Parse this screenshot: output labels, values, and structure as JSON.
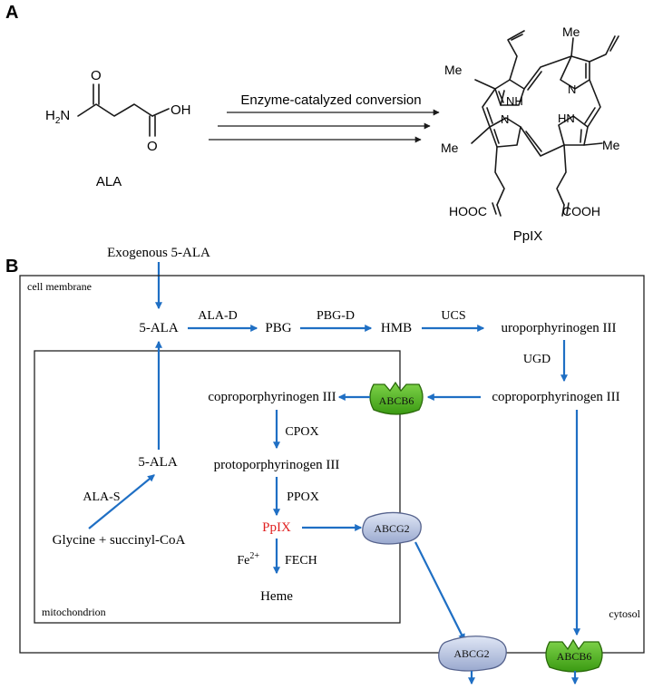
{
  "panel_a": {
    "label": "A",
    "ala_name": "ALA",
    "ala_h2n": "H",
    "ala_h2n_sub": "2",
    "ala_h2n_n": "N",
    "ala_o_top": "O",
    "ala_oh": "OH",
    "ala_o_bottom": "O",
    "conversion_label": "Enzyme-catalyzed conversion",
    "ppix_name": "PpIX",
    "me": "Me",
    "nh": "NH",
    "hn": "HN",
    "n": "N",
    "hooc": "HOOC",
    "cooh": "COOH"
  },
  "panel_b": {
    "label": "B",
    "exogenous": "Exogenous 5-ALA",
    "cell_membrane": "cell membrane",
    "mitochondrion": "mitochondrion",
    "cytosol": "cytosol",
    "ala_cyto": "5-ALA",
    "ala_d": "ALA-D",
    "pbg": "PBG",
    "pbg_d": "PBG-D",
    "hmb": "HMB",
    "ucs": "UCS",
    "uro": "uroporphyrinogen III",
    "ugd": "UGD",
    "copro_cyto": "coproporphyrinogen III",
    "copro_mito": "coproporphyrinogen III",
    "cpox": "CPOX",
    "proto": "protoporphyrinogen III",
    "ppox": "PPOX",
    "ppix": "PpIX",
    "fe": "Fe",
    "fe_sup": "2+",
    "fech": "FECH",
    "heme": "Heme",
    "ala_mito": "5-ALA",
    "ala_s": "ALA-S",
    "glycine": "Glycine + succinyl-CoA",
    "abcb6_mito": "ABCB6",
    "abcg2_mito": "ABCG2",
    "abcg2_membrane": "ABCG2",
    "abcb6_membrane": "ABCB6"
  },
  "colors": {
    "arrow": "#1f6fc4",
    "ppix_text": "#e02020",
    "abcb6_fill": "#4caf1e",
    "abcg2_fill": "#b7c3e0"
  }
}
